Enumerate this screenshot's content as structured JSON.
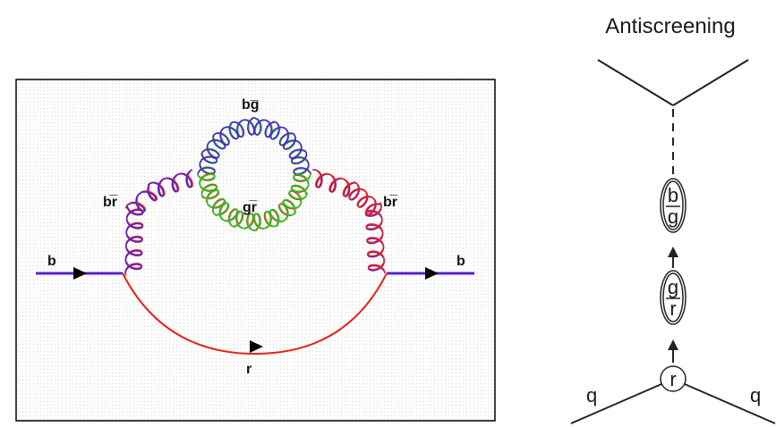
{
  "left_diagram": {
    "labels": {
      "incoming_quark": "b",
      "outgoing_quark": "b",
      "gluon_left": "br̅",
      "gluon_right": "br̅",
      "loop_top": "bg̅",
      "loop_center": "gr̅",
      "internal_quark": "r"
    },
    "colors": {
      "blue_line": "#5522cc",
      "red_line": "#e8231a",
      "green_line": "#22cc22",
      "frame": "#000000"
    }
  },
  "right_diagram": {
    "title": "Antiscreening",
    "bubbles": [
      {
        "top": "b",
        "bottom": "g"
      },
      {
        "top": "g",
        "bottom": "r"
      }
    ],
    "vertex_charge": "r",
    "quark_left": "q",
    "quark_right": "q"
  }
}
